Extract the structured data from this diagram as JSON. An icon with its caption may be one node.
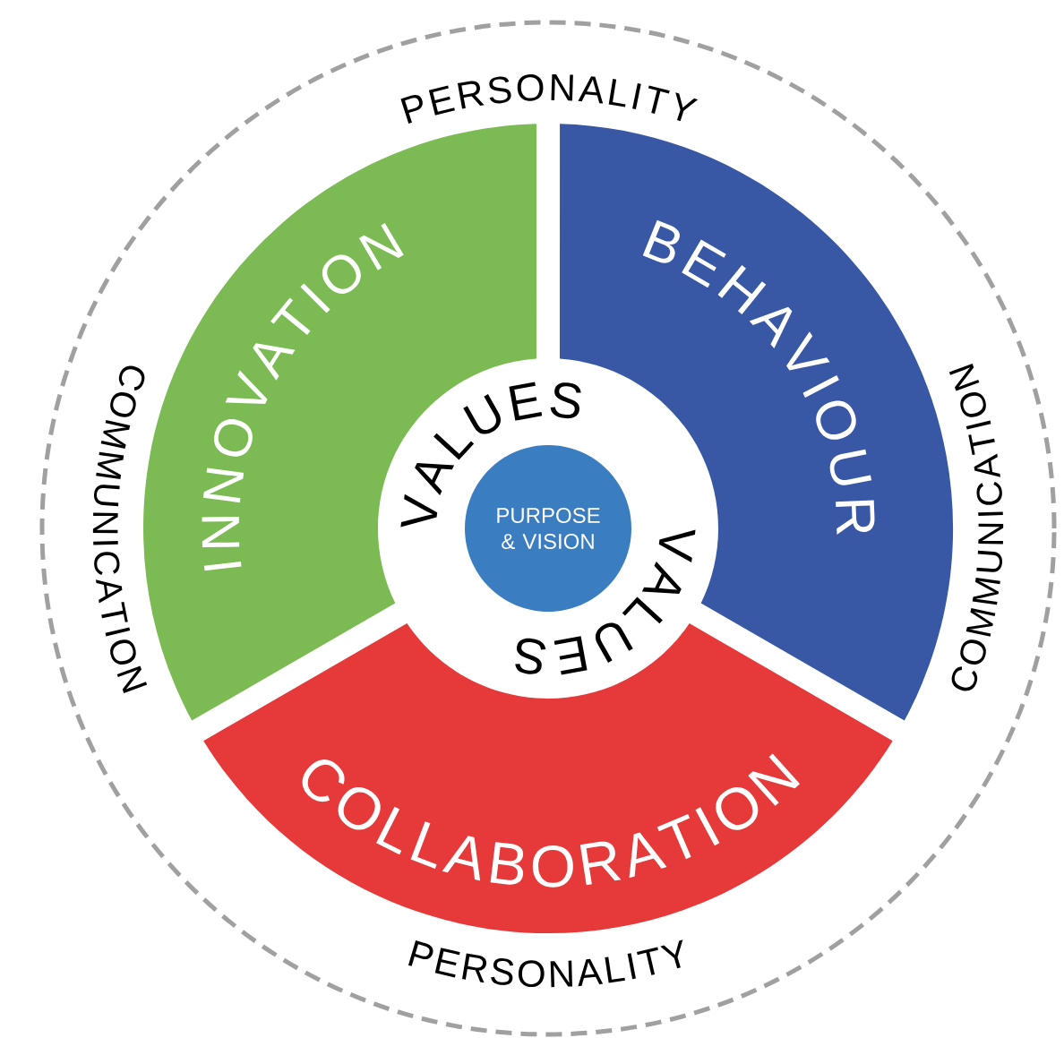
{
  "diagram": {
    "nodes": [
      {
        "text": [
          "PERSONALITY",
          "COMMUNICATION",
          "COMMUNICATION",
          "PERSONALITY"
        ]
      },
      {
        "text": [
          "INNOVATION"
        ],
        "in": 0
      },
      {
        "text": [
          "BEHAVIOUR"
        ],
        "in": 0
      },
      {
        "text": [
          "VALUES",
          "VALUES"
        ],
        "in": 0
      },
      {
        "text": [
          "PURPOSE & VISION"
        ],
        "in": 3
      },
      {
        "text": [
          "COLLABORATION"
        ],
        "in": 0
      }
    ]
  }
}
